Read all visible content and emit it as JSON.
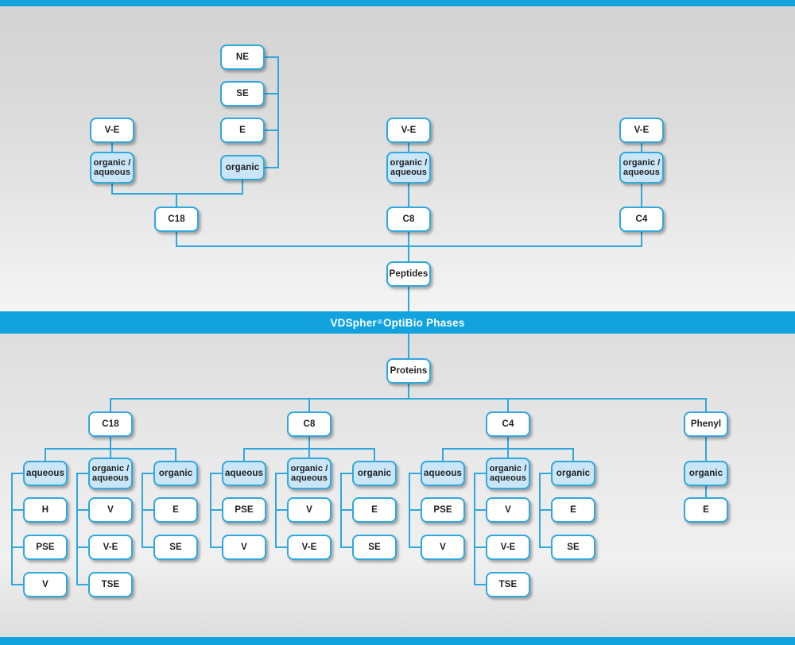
{
  "banner": {
    "brand": "VDSpher",
    "reg": "®",
    "rest": " OptiBio Phases"
  },
  "peptides": {
    "root": "Peptides",
    "c18": {
      "head": "C18",
      "organic_aqueous": {
        "label": "organic /\naqueous",
        "items": [
          "V-E"
        ]
      },
      "organic": {
        "label": "organic",
        "items": [
          "NE",
          "SE",
          "E"
        ]
      }
    },
    "c8": {
      "head": "C8",
      "organic_aqueous": {
        "label": "organic /\naqueous",
        "items": [
          "V-E"
        ]
      }
    },
    "c4": {
      "head": "C4",
      "organic_aqueous": {
        "label": "organic /\naqueous",
        "items": [
          "V-E"
        ]
      }
    }
  },
  "proteins": {
    "root": "Proteins",
    "c18": {
      "head": "C18",
      "aqueous": {
        "label": "aqueous",
        "items": [
          "H",
          "PSE",
          "V"
        ]
      },
      "organic_aqueous": {
        "label": "organic /\naqueous",
        "items": [
          "V",
          "V-E",
          "TSE"
        ]
      },
      "organic": {
        "label": "organic",
        "items": [
          "E",
          "SE"
        ]
      }
    },
    "c8": {
      "head": "C8",
      "aqueous": {
        "label": "aqueous",
        "items": [
          "PSE",
          "V"
        ]
      },
      "organic_aqueous": {
        "label": "organic /\naqueous",
        "items": [
          "V",
          "V-E"
        ]
      },
      "organic": {
        "label": "organic",
        "items": [
          "E",
          "SE"
        ]
      }
    },
    "c4": {
      "head": "C4",
      "aqueous": {
        "label": "aqueous",
        "items": [
          "PSE",
          "V"
        ]
      },
      "organic_aqueous": {
        "label": "organic /\naqueous",
        "items": [
          "V",
          "V-E",
          "TSE"
        ]
      },
      "organic": {
        "label": "organic",
        "items": [
          "E",
          "SE"
        ]
      }
    },
    "phenyl": {
      "head": "Phenyl",
      "organic": {
        "label": "organic",
        "items": [
          "E"
        ]
      }
    }
  },
  "colors": {
    "accent_blue": "#2fa8dd",
    "banner_blue": "#12a2de",
    "highlight_fill": "#c9e5f6",
    "box_fill": "#ffffff",
    "text": "#1e1e1e"
  }
}
